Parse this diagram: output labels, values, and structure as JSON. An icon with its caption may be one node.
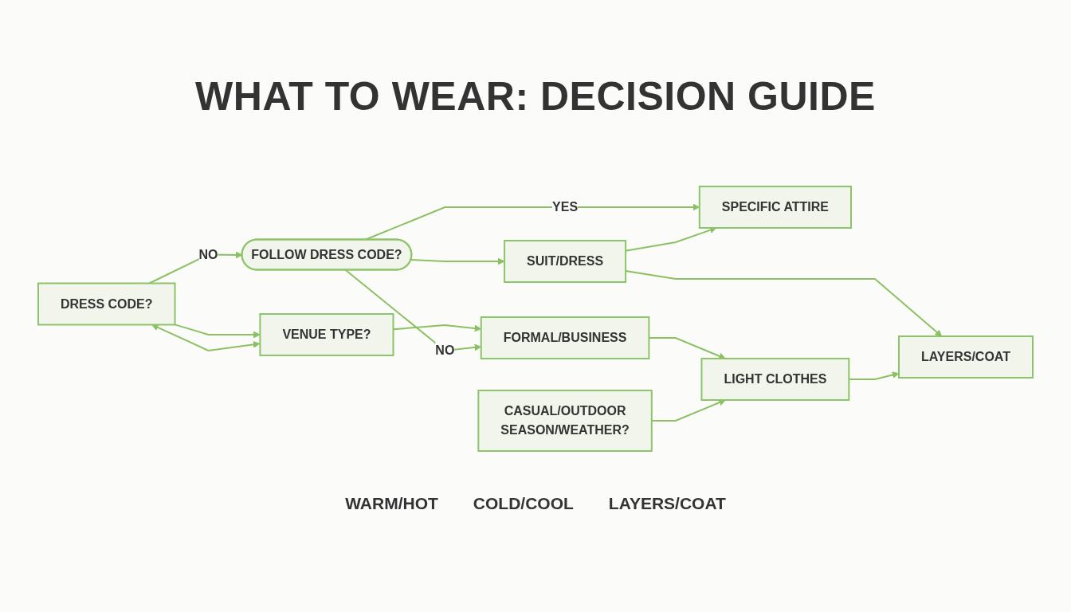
{
  "diagram": {
    "title": "WHAT TO WEAR: DECISION GUIDE",
    "nodes": [
      {
        "text": [
          "DRESS CODE?"
        ]
      },
      {
        "text": [
          "FOLLOW DRESS CODE?"
        ]
      },
      {
        "text": [
          "SPECIFIC ATTIRE"
        ]
      },
      {
        "text": [
          "VENUE TYPE?"
        ]
      },
      {
        "text": [
          "FORMAL/BUSINESS"
        ]
      },
      {
        "text": [
          "SUIT/DRESS"
        ]
      },
      {
        "text": [
          "CASUAL/OUTDOOR",
          "SEASON/WEATHER?"
        ]
      },
      {
        "text": [
          "LIGHT CLOTHES"
        ]
      },
      {
        "text": [
          "LAYERS/COAT"
        ]
      }
    ],
    "edges": [
      {
        "from": 0,
        "to": 1,
        "arrow": "to",
        "label": "NO"
      },
      {
        "from": 0,
        "to": 3,
        "arrow": "to"
      },
      {
        "from": 3,
        "to": 0,
        "arrow": "both"
      },
      {
        "from": 3,
        "to": 4,
        "arrow": "to"
      },
      {
        "from": 1,
        "to": 4,
        "arrow": "to",
        "label": "NO"
      },
      {
        "from": 1,
        "to": 2,
        "arrow": "to",
        "label": "YES"
      },
      {
        "from": 1,
        "to": 5,
        "arrow": "to"
      },
      {
        "from": 4,
        "to": 7,
        "arrow": "to"
      },
      {
        "from": 5,
        "to": 2,
        "arrow": "to"
      },
      {
        "from": 5,
        "to": 8,
        "arrow": "to"
      },
      {
        "from": 6,
        "to": 7,
        "arrow": "to"
      },
      {
        "from": 7,
        "to": 8,
        "arrow": "to"
      }
    ],
    "labels": [
      "WARM/HOT",
      "COLD/COOL",
      "LAYERS/COAT"
    ]
  }
}
